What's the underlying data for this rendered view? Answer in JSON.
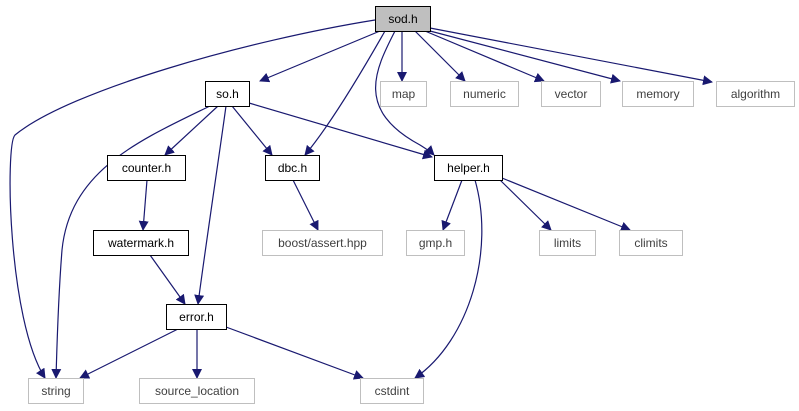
{
  "colors": {
    "edge": "#191970",
    "local_border": "#000000",
    "system_border": "#bfbfbf",
    "root_fill": "#bfbfbf",
    "local_text": "#000000",
    "system_text": "#3f3f3f"
  },
  "nodes": [
    {
      "id": "sod_h",
      "label": "sod.h",
      "kind": "root"
    },
    {
      "id": "so_h",
      "label": "so.h",
      "kind": "local"
    },
    {
      "id": "map",
      "label": "map",
      "kind": "system"
    },
    {
      "id": "numeric",
      "label": "numeric",
      "kind": "system"
    },
    {
      "id": "vector",
      "label": "vector",
      "kind": "system"
    },
    {
      "id": "memory",
      "label": "memory",
      "kind": "system"
    },
    {
      "id": "algorithm",
      "label": "algorithm",
      "kind": "system"
    },
    {
      "id": "counter_h",
      "label": "counter.h",
      "kind": "local"
    },
    {
      "id": "dbc_h",
      "label": "dbc.h",
      "kind": "local"
    },
    {
      "id": "helper_h",
      "label": "helper.h",
      "kind": "local"
    },
    {
      "id": "watermark_h",
      "label": "watermark.h",
      "kind": "local"
    },
    {
      "id": "boost_assert",
      "label": "boost/assert.hpp",
      "kind": "system"
    },
    {
      "id": "gmp_h",
      "label": "gmp.h",
      "kind": "system"
    },
    {
      "id": "limits",
      "label": "limits",
      "kind": "system"
    },
    {
      "id": "climits",
      "label": "climits",
      "kind": "system"
    },
    {
      "id": "error_h",
      "label": "error.h",
      "kind": "local"
    },
    {
      "id": "string",
      "label": "string",
      "kind": "system"
    },
    {
      "id": "source_location",
      "label": "source_location",
      "kind": "system"
    },
    {
      "id": "cstdint",
      "label": "cstdint",
      "kind": "system"
    }
  ],
  "edges": [
    {
      "from": "sod_h",
      "to": "so_h"
    },
    {
      "from": "sod_h",
      "to": "map"
    },
    {
      "from": "sod_h",
      "to": "numeric"
    },
    {
      "from": "sod_h",
      "to": "vector"
    },
    {
      "from": "sod_h",
      "to": "memory"
    },
    {
      "from": "sod_h",
      "to": "algorithm"
    },
    {
      "from": "sod_h",
      "to": "string"
    },
    {
      "from": "sod_h",
      "to": "dbc_h"
    },
    {
      "from": "sod_h",
      "to": "helper_h"
    },
    {
      "from": "so_h",
      "to": "counter_h"
    },
    {
      "from": "so_h",
      "to": "dbc_h"
    },
    {
      "from": "so_h",
      "to": "helper_h"
    },
    {
      "from": "so_h",
      "to": "error_h"
    },
    {
      "from": "so_h",
      "to": "string"
    },
    {
      "from": "counter_h",
      "to": "watermark_h"
    },
    {
      "from": "watermark_h",
      "to": "error_h"
    },
    {
      "from": "dbc_h",
      "to": "boost_assert"
    },
    {
      "from": "helper_h",
      "to": "gmp_h"
    },
    {
      "from": "helper_h",
      "to": "limits"
    },
    {
      "from": "helper_h",
      "to": "climits"
    },
    {
      "from": "helper_h",
      "to": "cstdint"
    },
    {
      "from": "error_h",
      "to": "string"
    },
    {
      "from": "error_h",
      "to": "source_location"
    },
    {
      "from": "error_h",
      "to": "cstdint"
    }
  ]
}
